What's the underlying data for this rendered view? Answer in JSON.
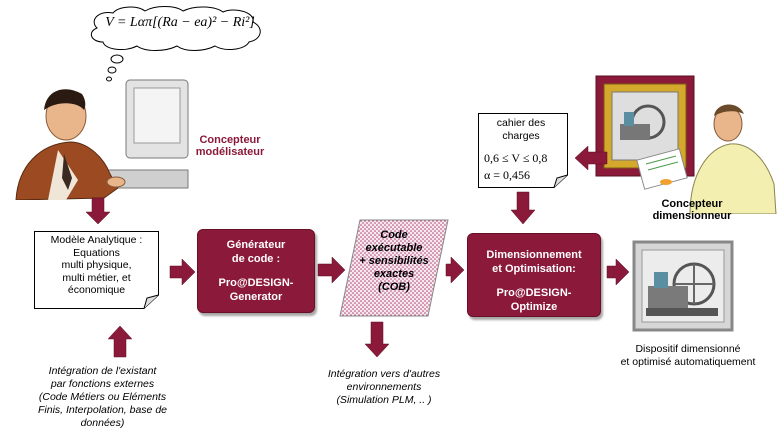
{
  "equation": "V = Lαπ[(Ra − ea)² − Ri²]",
  "designer_modeler": {
    "line1": "Concepteur",
    "line2": "modélisateur"
  },
  "designer_sizer": {
    "line1": "Concepteur",
    "line2": "dimensionneur"
  },
  "analytic_model": {
    "lines": [
      "Modèle Analytique :",
      "Equations",
      "multi physique,",
      "multi métier, et",
      "économique"
    ]
  },
  "code_generator": {
    "line1": "Générateur",
    "line2": "de code :",
    "line3": "Pro@DESIGN-",
    "line4": "Generator"
  },
  "cob": {
    "lines": [
      "Code",
      "exécutable",
      "+ sensibilités",
      "exactes",
      "(COB)"
    ]
  },
  "optimizer": {
    "line1": "Dimensionnement",
    "line2": "et Optimisation:",
    "line3": "Pro@DESIGN-",
    "line4": "Optimize"
  },
  "spec": {
    "line1": "cahier des",
    "line2": "charges",
    "constraint1": "0,6 ≤ V ≤ 0,8",
    "constraint2": "α = 0,456"
  },
  "integration_existing": {
    "lines": [
      "Intégration de l'existant",
      "par fonctions externes",
      "(Code Métiers ou Eléments",
      "Finis, Interpolation, base de",
      "données)"
    ]
  },
  "integration_other": {
    "lines": [
      "Intégration vers d'autres",
      "environnements",
      "(Simulation PLM, .. )"
    ]
  },
  "result": {
    "line1": "Dispositif  dimensionné",
    "line2": "et optimisé automatiquement"
  },
  "colors": {
    "maroon": "#8b1a3a",
    "arrow": "#8b1a3a"
  }
}
